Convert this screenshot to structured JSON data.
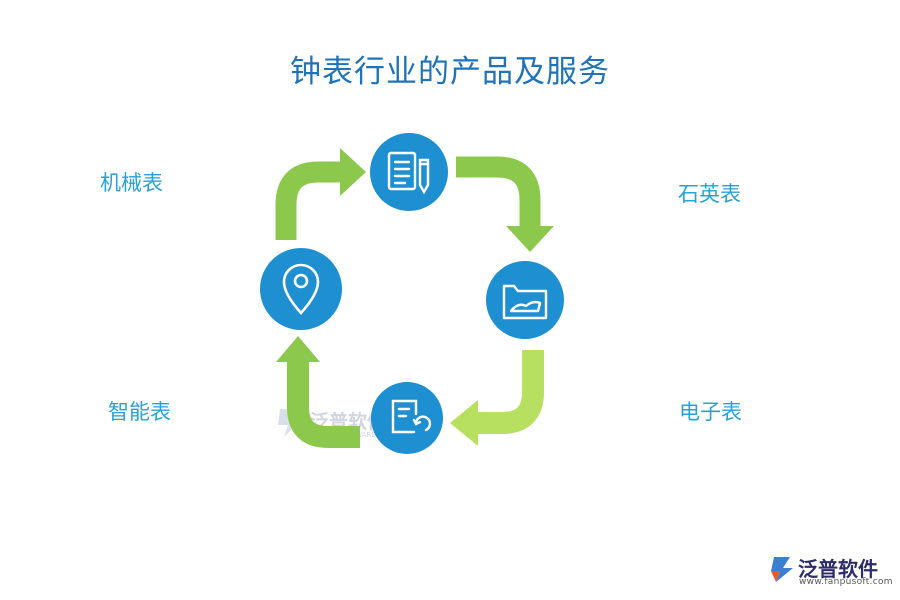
{
  "title": "钟表行业的产品及服务",
  "labels": {
    "top_left": "机械表",
    "top_right": "石英表",
    "bottom_left": "智能表",
    "bottom_right": "电子表"
  },
  "nodes": [
    {
      "icon": "document-pencil-icon",
      "color": "#1e8fd0"
    },
    {
      "icon": "folder-icon",
      "color": "#1e8fd0"
    },
    {
      "icon": "document-refresh-icon",
      "color": "#1e8fd0"
    },
    {
      "icon": "map-pin-icon",
      "color": "#1e8fd0"
    }
  ],
  "colors": {
    "arrow_green_dark": "#8cc84b",
    "arrow_green_light": "#b8e060",
    "title": "#1f73b8",
    "label": "#2aa0d8"
  },
  "watermark": {
    "name": "泛普软件",
    "url": "FANPU SOFTWARE"
  },
  "logo": {
    "name": "泛普软件",
    "url": "www.fanpusoft.com"
  }
}
